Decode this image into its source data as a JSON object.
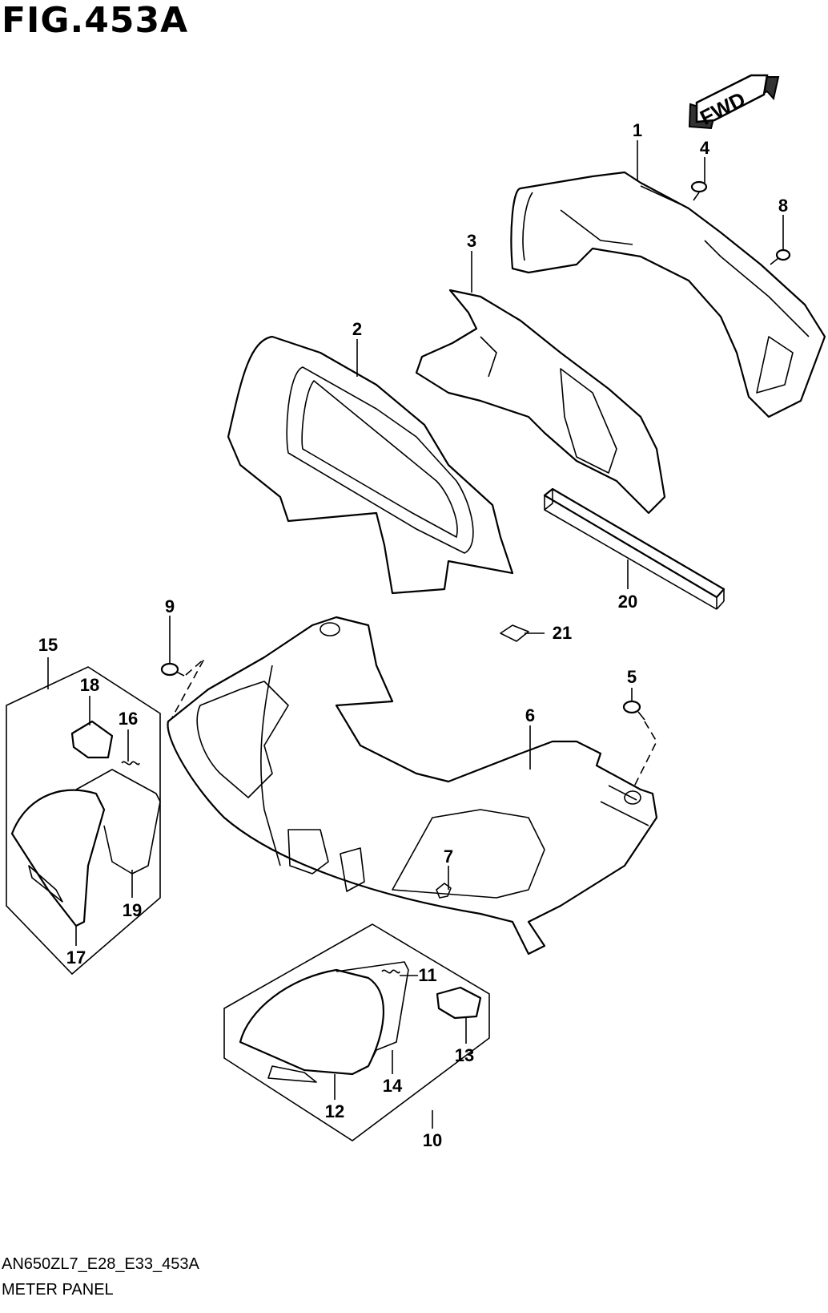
{
  "figure_title": "FIG.453A",
  "fwd_label": "FWD",
  "model_code": "AN650ZL7_E28_E33_453A",
  "section_name": "METER PANEL",
  "callouts": [
    "1",
    "2",
    "3",
    "4",
    "5",
    "6",
    "7",
    "8",
    "9",
    "10",
    "11",
    "12",
    "13",
    "14",
    "15",
    "16",
    "17",
    "18",
    "19",
    "20",
    "21"
  ]
}
